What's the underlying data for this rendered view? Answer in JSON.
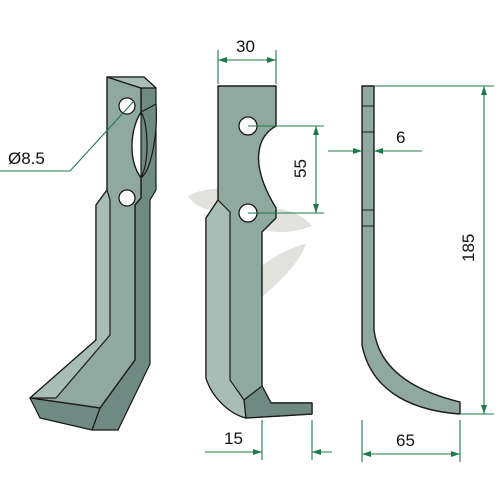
{
  "dimensions": {
    "hole_diameter": "Ø8.5",
    "width_top": "30",
    "hole_spacing": "55",
    "thickness": "6",
    "total_height": "185",
    "foot_width": "15",
    "offset": "65"
  },
  "colors": {
    "blade": "#8fa8a0",
    "dimension_lines": "#1e7a4a",
    "watermark": "#d7d7d2"
  },
  "icons": {
    "watermark": "leaf-watermark-logo"
  }
}
